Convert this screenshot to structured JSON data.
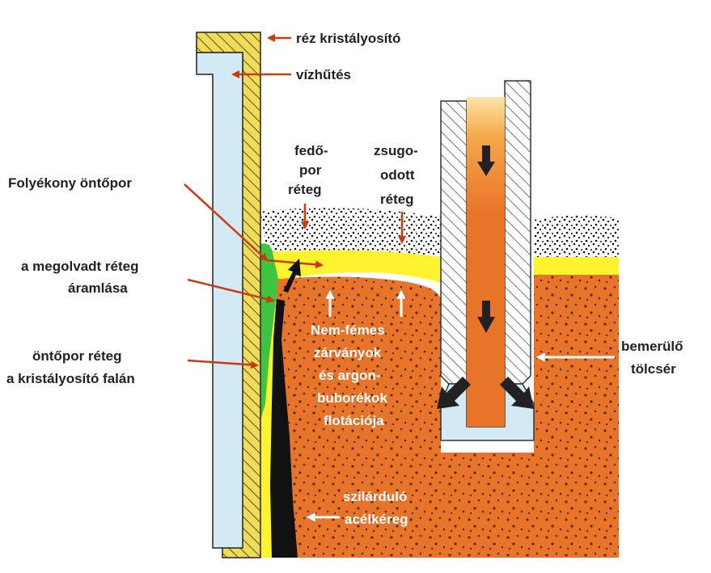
{
  "labels": {
    "copper_mold": "réz kristályosító",
    "water_cooling": "vízhűtés",
    "cover_powder_1": "fedő-",
    "cover_powder_2": "por",
    "cover_powder_3": "réteg",
    "sintered_1": "zsugo-",
    "sintered_2": "odott",
    "sintered_3": "réteg",
    "liquid_flux": "Folyékony öntőpor",
    "melt_flow_1": "a megolvadt réteg",
    "melt_flow_2": "áramlása",
    "flux_on_wall_1": "öntőpor réteg",
    "flux_on_wall_2": "a kristályosító falán",
    "flotation_1": "Nem-fémes",
    "flotation_2": "zárványok",
    "flotation_3": "és argon-",
    "flotation_4": "buborékok",
    "flotation_5": "flotációja",
    "nozzle_1": "bemerülő",
    "nozzle_2": "tölcsér",
    "shell_1": "szilárduló",
    "shell_2": "acélkéreg"
  },
  "colors": {
    "steel": "#e8742a",
    "steel_light": "#f7b25a",
    "copper": "#f0dc55",
    "water": "#d3eaf5",
    "liquid_flux": "#fff22e",
    "green_flux": "#3ec43e",
    "shell": "#111111",
    "arrow": "#cc3a12"
  }
}
